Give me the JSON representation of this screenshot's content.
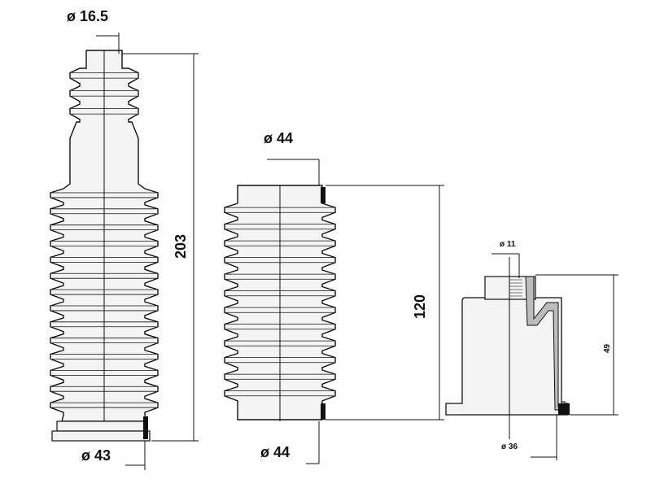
{
  "colors": {
    "ink": "#111111",
    "body_fill": "#f4f4f4",
    "hatch": "#777777",
    "background": "#ffffff"
  },
  "parts": [
    {
      "id": "long-boot",
      "dimensions": {
        "top_diameter": "ø 16.5",
        "length": "203",
        "bottom_diameter": "ø 43"
      }
    },
    {
      "id": "short-boot",
      "dimensions": {
        "top_diameter": "ø 44",
        "length": "120",
        "bottom_diameter": "ø 44"
      }
    },
    {
      "id": "cap",
      "dimensions": {
        "inner_diameter": "ø 11",
        "height": "49",
        "outer_diameter": "ø 36"
      }
    }
  ]
}
